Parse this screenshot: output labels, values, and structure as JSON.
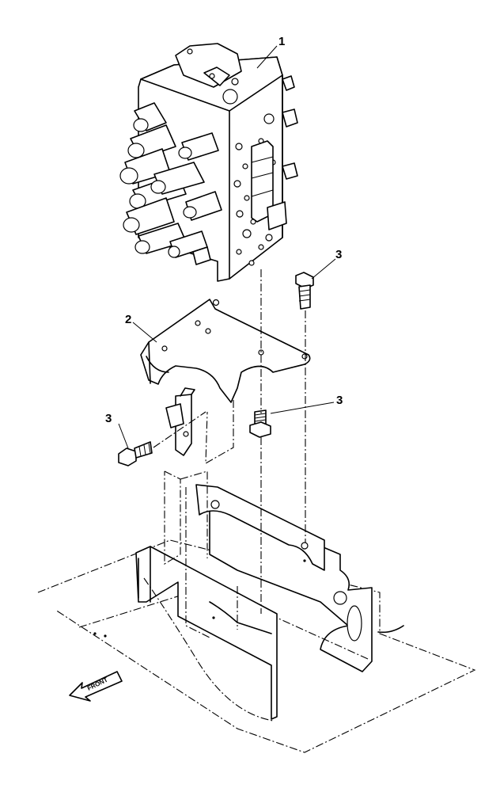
{
  "diagram": {
    "callouts": [
      {
        "id": "callout-1",
        "label": "1"
      },
      {
        "id": "callout-2",
        "label": "2"
      },
      {
        "id": "callout-3a",
        "label": "3"
      },
      {
        "id": "callout-3b",
        "label": "3"
      },
      {
        "id": "callout-3c",
        "label": "3"
      }
    ],
    "direction_arrow": {
      "label": "FRONT"
    }
  }
}
